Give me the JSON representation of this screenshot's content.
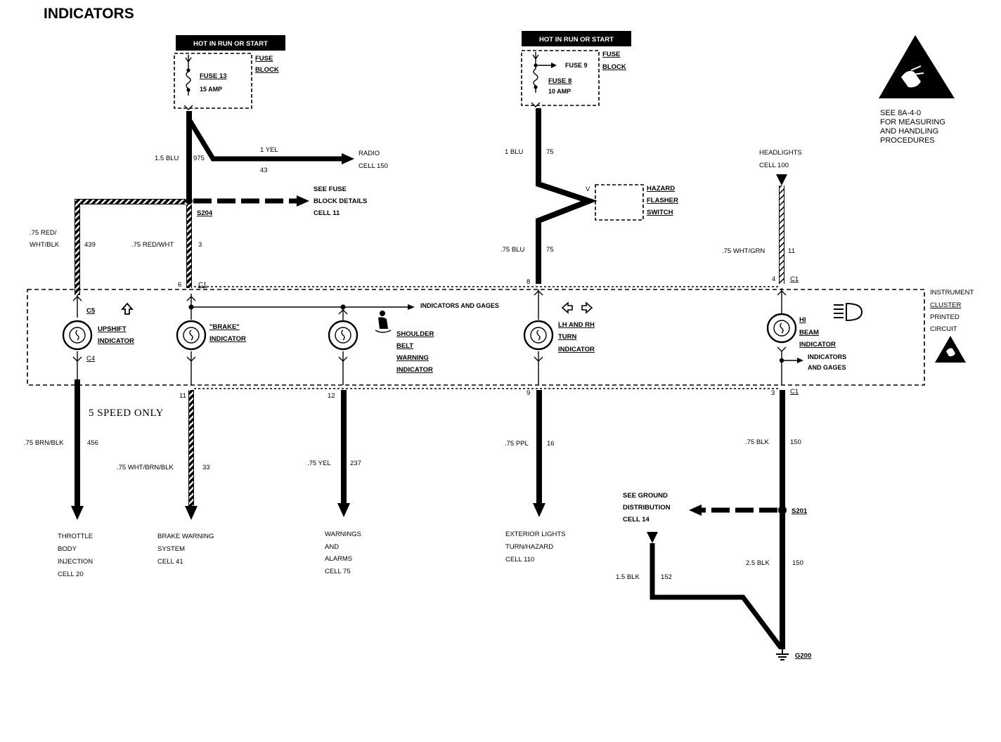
{
  "title": "INDICATORS",
  "esd_note": [
    "SEE 8A-4-0",
    "FOR MEASURING",
    "AND HANDLING",
    "PROCEDURES"
  ],
  "left_supply": {
    "hot_label": "HOT IN RUN OR START",
    "fuse_block": [
      "FUSE",
      "BLOCK"
    ],
    "fuse_name": "FUSE 13",
    "fuse_amp": "15 AMP",
    "wire_main_gauge": "1.5 BLU",
    "wire_main_circuit": "975",
    "radio_wire_gauge": "1 YEL",
    "radio_wire_circuit": "43",
    "radio_dest": [
      "RADIO",
      "CELL 150"
    ],
    "splice": "S204",
    "fuse_details": [
      "SEE FUSE",
      "BLOCK DETAILS",
      "CELL 11"
    ],
    "upshift_wire_gauge": [
      ".75 RED/",
      "WHT/BLK"
    ],
    "upshift_wire_circuit": "439",
    "brake_wire_gauge": ".75 RED/WHT",
    "brake_wire_circuit": "3",
    "pin_c1_top": "6",
    "conn_c1_top": "C1"
  },
  "right_supply": {
    "hot_label": "HOT IN RUN OR START",
    "fuse_block": [
      "FUSE",
      "BLOCK"
    ],
    "fuse9": "FUSE 9",
    "fuse_name": "FUSE 8",
    "fuse_amp": "10 AMP",
    "wire_top_gauge": "1 BLU",
    "wire_top_circuit": "75",
    "flasher_terminal": "V",
    "flasher_label": [
      "HAZARD",
      "FLASHER",
      "SWITCH"
    ],
    "wire_bottom_gauge": ".75 BLU",
    "wire_bottom_circuit": "75",
    "pin_top": "8",
    "headlights_dest": [
      "HEADLIGHTS",
      "CELL 100"
    ],
    "hi_wire_gauge": ".75 WHT/GRN",
    "hi_wire_circuit": "11",
    "pin_hi_top": "4",
    "conn_hi_top": "C1"
  },
  "cluster": {
    "label": [
      "INSTRUMENT",
      "CLUSTER",
      "PRINTED",
      "CIRCUIT"
    ],
    "bus_label": "INDICATORS AND GAGES",
    "bus_label2": [
      "INDICATORS",
      "AND GAGES"
    ],
    "c5": "C5",
    "c4": "C4",
    "upshift_label": [
      "UPSHIFT",
      "INDICATOR"
    ],
    "brake_label": [
      "\"BRAKE\"",
      "INDICATOR"
    ],
    "belt_label": [
      "SHOULDER",
      "BELT",
      "WARNING",
      "INDICATOR"
    ],
    "turn_label": [
      "LH AND RH",
      "TURN",
      "INDICATOR"
    ],
    "hi_label": [
      "HI",
      "BEAM",
      "INDICATOR"
    ]
  },
  "outputs": {
    "five_speed_note": "5 SPEED ONLY",
    "pin_brake_bottom": "11",
    "pin_belt_bottom": "12",
    "pin_turn_bottom": "9",
    "pin_hi_bottom": "3",
    "conn_hi_bottom": "C1",
    "throttle_wire_gauge": ".75 BRN/BLK",
    "throttle_wire_circuit": "456",
    "throttle_dest": [
      "THROTTLE",
      "BODY",
      "INJECTION",
      "CELL 20"
    ],
    "brake_wire_gauge": ".75 WHT/BRN/BLK",
    "brake_wire_circuit": "33",
    "brake_dest": [
      "BRAKE WARNING",
      "SYSTEM",
      "CELL 41"
    ],
    "belt_wire_gauge": ".75 YEL",
    "belt_wire_circuit": "237",
    "belt_dest": [
      "WARNINGS",
      "AND",
      "ALARMS",
      "CELL 75"
    ],
    "turn_wire_gauge": ".75 PPL",
    "turn_wire_circuit": "16",
    "turn_dest": [
      "EXTERIOR LIGHTS",
      "TURN/HAZARD",
      "CELL 110"
    ],
    "hi_wire_gauge": ".75 BLK",
    "hi_wire_circuit": "150"
  },
  "ground": {
    "see_ground": [
      "SEE GROUND",
      "DISTRIBUTION",
      "CELL 14"
    ],
    "splice": "S201",
    "wire_gauge": "2.5 BLK",
    "wire_circuit": "150",
    "wire2_gauge": "1.5 BLK",
    "wire2_circuit": "152",
    "ground_point": "G200"
  }
}
